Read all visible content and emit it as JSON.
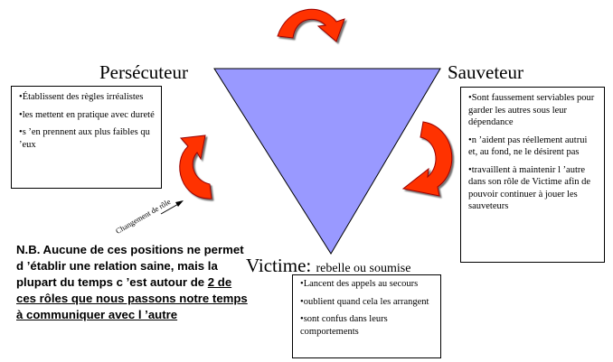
{
  "persecuteur": {
    "title": "Persécuteur",
    "items": [
      "Établissent des règles irréalistes",
      "les mettent en pratique avec dureté",
      "s ’en prennent aux plus faibles qu ’eux"
    ]
  },
  "sauveteur": {
    "title": "Sauveteur",
    "items": [
      "Sont faussement serviables pour garder les autres sous leur dépendance",
      "n ’aident pas réellement autrui et, au fond, ne le désirent pas",
      "travaillent à maintenir l ’autre dans son rôle de Victime afin de pouvoir continuer à jouer les sauveteurs"
    ]
  },
  "victime": {
    "title": "Victime:",
    "subtitle": "rebelle ou soumise",
    "items": [
      "Lancent des appels au secours",
      "oublient quand cela les arrangent",
      "sont confus dans leurs comportements"
    ]
  },
  "changement_label": "Changement de rôle",
  "note": {
    "part1": "N.B. Aucune de ces positions ne permet d ’établir une relation saine, mais la plupart du temps c ’est autour de ",
    "part2": "2 de ces rôles que nous passons notre temps à communiquer avec l ’autre"
  },
  "colors": {
    "triangle_fill": "#9999ff",
    "arrow_fill": "#ff3300",
    "arrow_stroke": "#990000"
  }
}
